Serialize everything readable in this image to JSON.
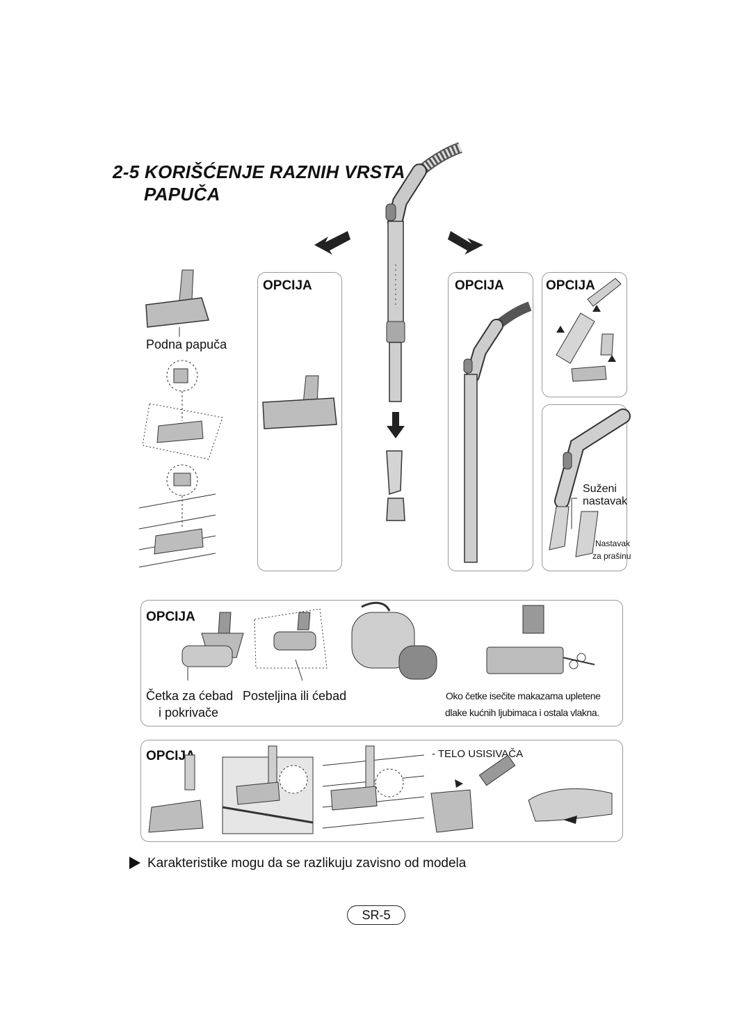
{
  "title": {
    "line1": "2-5 KORIŠĆENJE RAZNIH VRSTA",
    "line2": "PAPUČA"
  },
  "option_label": "OPCIJA",
  "labels": {
    "floor_brush": "Podna papuča",
    "narrow_nozzle_line1": "Suženi",
    "narrow_nozzle_line2": "nastavak",
    "dust_nozzle_line1": "Nastavak",
    "dust_nozzle_line2": "za prašinu",
    "blanket_brush": "Četka za ćebad",
    "bedding_line1": "Posteljina ili ćebad",
    "bedding_line2": "i pokrivače",
    "cut_note_line1": "Oko četke isečite makazama upletene",
    "cut_note_line2": "dlake kućnih ljubimaca i ostala vlakna.",
    "body_label": "- TELO USISIVAČA"
  },
  "footer_note": "Karakteristike mogu da se razlikuju zavisno od modela",
  "page_number": "SR-5",
  "colors": {
    "panel_border": "#9a9a9a",
    "device_fill": "#bdbdbd",
    "device_dark": "#7a7a7a"
  }
}
